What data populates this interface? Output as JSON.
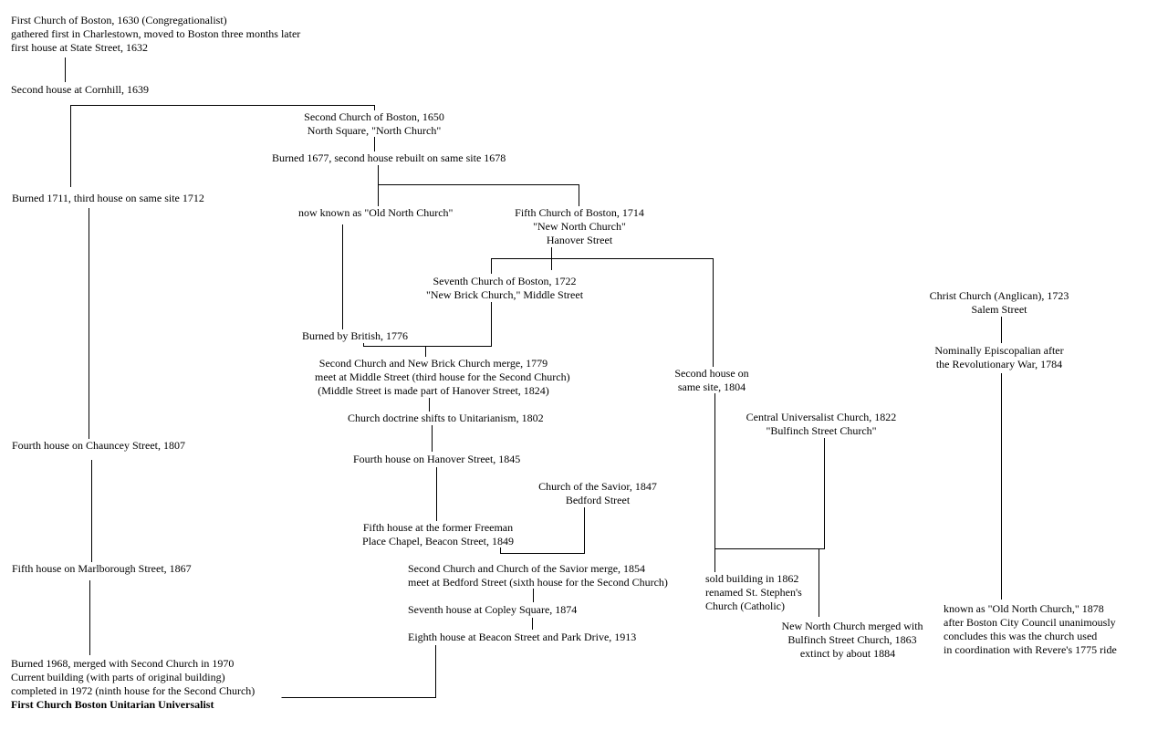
{
  "nodes": {
    "first_church": [
      "First Church of Boston, 1630 (Congregationalist)",
      "gathered first in Charlestown, moved to Boston three months later",
      "first house at State Street, 1632"
    ],
    "cornhill": [
      "Second house at Cornhill, 1639"
    ],
    "burned_1711": [
      "Burned 1711, third house on same site 1712"
    ],
    "chauncey": [
      "Fourth house on Chauncey Street, 1807"
    ],
    "marlborough": [
      "Fifth house on Marlborough Street, 1867"
    ],
    "final": [
      "Burned 1968, merged with Second Church in 1970",
      "Current building (with parts of original building)",
      "completed in 1972 (ninth house for the Second Church)",
      "First Church Boston Unitarian Universalist"
    ],
    "second_church": [
      "Second Church of Boston, 1650",
      "North Square, \"North Church\""
    ],
    "burned_1677": [
      "Burned 1677, second house rebuilt on same site 1678"
    ],
    "old_north": [
      "now known as \"Old North Church\""
    ],
    "burned_british": [
      "Burned by British, 1776"
    ],
    "fifth_church": [
      "Fifth Church of Boston, 1714",
      "\"New North Church\"",
      "Hanover Street"
    ],
    "seventh_church": [
      "Seventh Church of Boston, 1722",
      "\"New Brick Church,\" Middle Street"
    ],
    "merge_1779": [
      "Second Church and New Brick Church merge, 1779",
      "meet at Middle Street (third house for the Second Church)",
      "(Middle Street is made part of Hanover Street, 1824)"
    ],
    "unitarian": [
      "Church doctrine shifts to Unitarianism, 1802"
    ],
    "hanover_1845": [
      "Fourth house on Hanover Street, 1845"
    ],
    "fifth_house": [
      "Fifth house at the former Freeman",
      "Place Chapel, Beacon Street, 1849"
    ],
    "savior": [
      "Church of the Savior, 1847",
      "Bedford Street"
    ],
    "merge_1854": [
      "Second Church and Church of the Savior merge, 1854",
      "meet at Bedford Street (sixth house for the Second Church)"
    ],
    "copley": [
      "Seventh house at Copley Square, 1874"
    ],
    "eighth": [
      "Eighth house at Beacon Street and Park Drive, 1913"
    ],
    "second_house_1804": [
      "Second house on",
      "same site, 1804"
    ],
    "central_universalist": [
      "Central Universalist Church, 1822",
      "\"Bulfinch Street Church\""
    ],
    "sold": [
      "sold building in 1862",
      "renamed St. Stephen's",
      "Church (Catholic)"
    ],
    "nnc_merged": [
      "New North Church merged with",
      "Bulfinch Street Church, 1863",
      "extinct by about 1884"
    ],
    "christ_church": [
      "Christ Church (Anglican), 1723",
      "Salem Street"
    ],
    "episcopalian": [
      "Nominally Episcopalian after",
      "the Revolutionary War, 1784"
    ],
    "known_old_north": [
      "known as \"Old North Church,\" 1878",
      "after Boston City Council unanimously",
      "concludes this was the church used",
      "in coordination with Revere's 1775 ride"
    ]
  }
}
